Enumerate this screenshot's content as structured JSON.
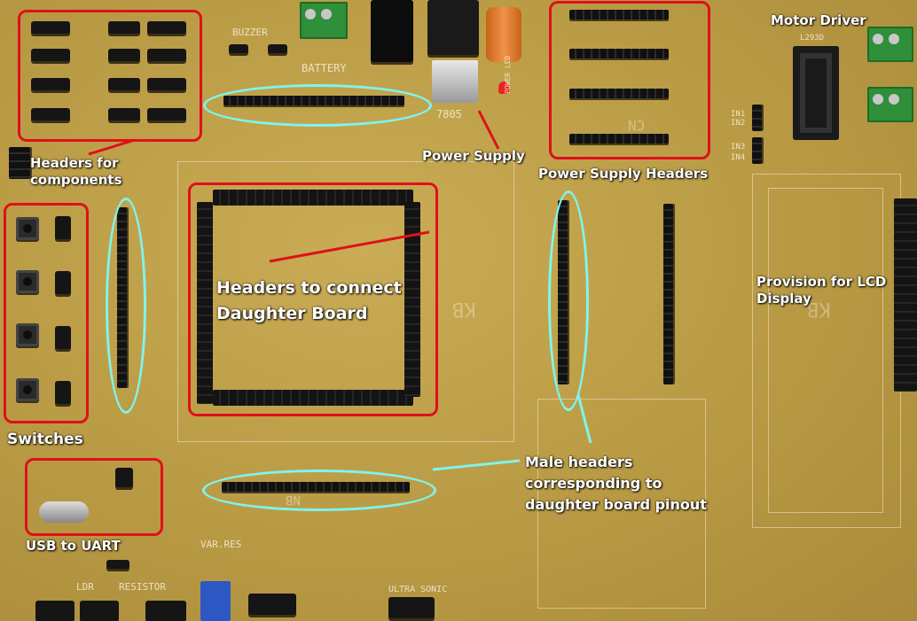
{
  "annotations": {
    "headers_components": "Headers for\ncomponents",
    "power_supply": "Power Supply",
    "power_supply_headers": "Power Supply Headers",
    "motor_driver": "Motor Driver",
    "daughter_board": "Headers to connect\nDaughter Board",
    "switches": "Switches",
    "lcd": "Provision for LCD\nDisplay",
    "usb_uart": "USB to UART",
    "male_headers": "Male headers\ncorresponding to\ndaughter board pinout"
  },
  "silkscreen": {
    "buzzer": "BUZZER",
    "battery": "BATTERY",
    "regulator": "7805",
    "power_led": "POWER LED",
    "motor_ic": "L293D",
    "var_res": "VAR.RES",
    "ldr": "LDR",
    "resistor": "RESISTOR",
    "ultra_sonic": "ULTRA SONIC",
    "kb_left": "KB",
    "kb_right": "KB",
    "cn": "CN",
    "nb": "NB",
    "in1": "IN1",
    "in2": "IN2",
    "in3": "IN3",
    "in4": "IN4"
  },
  "colors": {
    "board": "#b99a44",
    "highlight_box": "#e0101b",
    "highlight_ellipse": "#7ff4ee",
    "terminal_block": "#2f8f3a"
  }
}
